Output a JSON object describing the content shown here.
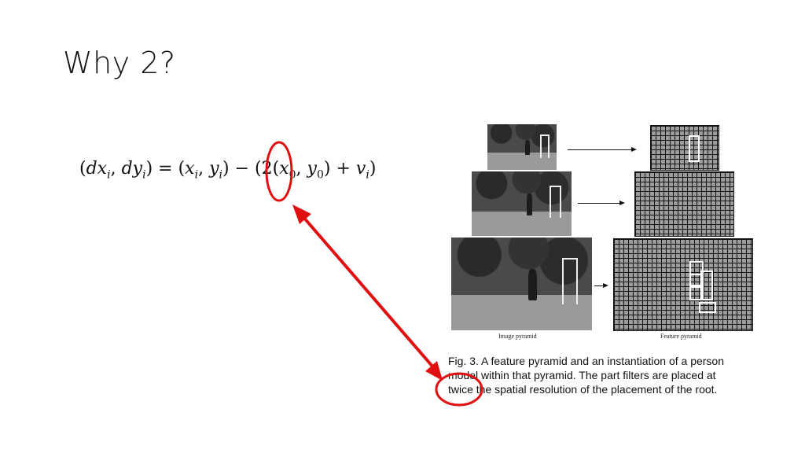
{
  "slide": {
    "title": "Why 2?"
  },
  "equation": {
    "lhs_dx": "dx",
    "lhs_i1": "i",
    "lhs_dy": "dy",
    "lhs_i2": "i",
    "rhs_x": "x",
    "rhs_i1": "i",
    "rhs_y": "y",
    "rhs_i2": "i",
    "factor": "2",
    "x0": "x",
    "x0_sub": "0",
    "y0": "y",
    "y0_sub": "0",
    "v": "v",
    "v_sub": "i"
  },
  "figure": {
    "left_label": "Image pyramid",
    "right_label": "Feature pyramid",
    "caption_lines": [
      "Fig. 3.  A feature pyramid and an instantiation of a person",
      "model within that pyramid. The part filters are placed at",
      "twice the spatial resolution of the placement of the root."
    ]
  },
  "annotations": {
    "color": "#e01010"
  }
}
